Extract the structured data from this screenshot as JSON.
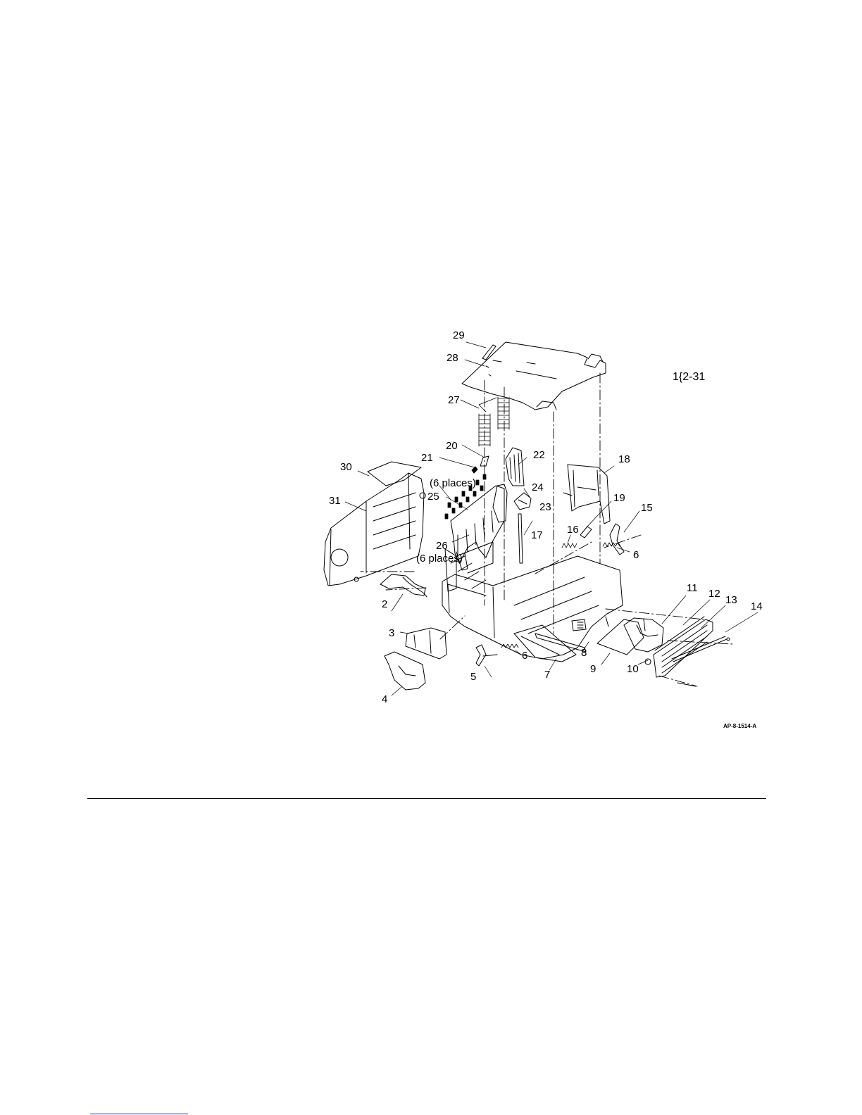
{
  "diagram": {
    "reference": "1{2-31",
    "figure_code": "AP-8-1514-A",
    "callouts": {
      "c29": "29",
      "c28": "28",
      "c27": "27",
      "c20": "20",
      "c21": "21",
      "c22": "22",
      "c30": "30",
      "c31": "31",
      "c6places_a": "(6 places)",
      "c24": "24",
      "c25": "25",
      "c23": "23",
      "c26": "26",
      "c6places_b": "(6 places)",
      "c18": "18",
      "c19": "19",
      "c15": "15",
      "c16": "16",
      "c17": "17",
      "c6_right": "6",
      "c11": "11",
      "c12": "12",
      "c13": "13",
      "c14": "14",
      "c2": "2",
      "c3": "3",
      "c6_bottom": "6",
      "c8": "8",
      "c9": "9",
      "c10": "10",
      "c5": "5",
      "c7": "7",
      "c4": "4"
    }
  }
}
